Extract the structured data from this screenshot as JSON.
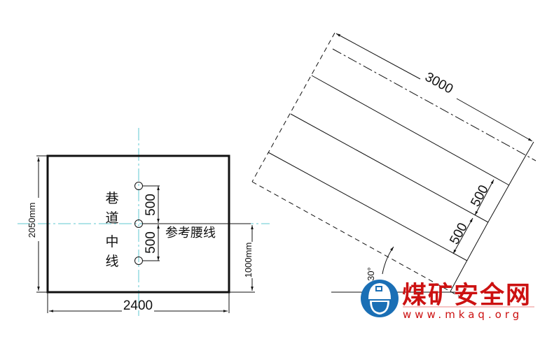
{
  "left_diagram": {
    "centerline_label_chars": [
      "巷",
      "道",
      "中",
      "线"
    ],
    "reference_line_label": "参考腰线",
    "spacing_upper": "500",
    "spacing_lower": "500",
    "height_label": "2050mm",
    "waist_height_label": "1000mm",
    "width_label": "2400",
    "centerline_color": "#5fc8d0"
  },
  "right_diagram": {
    "length_label": "3000",
    "spacing_upper": "500",
    "spacing_lower": "500",
    "angle_label": "30°"
  },
  "watermark": {
    "brand_text": "煤矿安全网",
    "url_text": "www.mkaq.org",
    "brand_color": "#cc1111",
    "logo_color": "#1a6fb5",
    "logo_icon": "hard-hat-icon"
  }
}
